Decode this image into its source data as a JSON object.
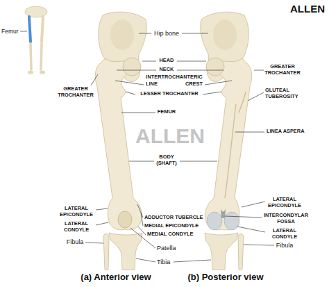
{
  "diagram": {
    "labels": [
      "ALLEN",
      "Femur",
      "GREATER TROCHANTER",
      "Hip bone",
      "HEAD",
      "NECK",
      "INTERTROCHANTERIC",
      "LINE",
      "CREST",
      "LESSER TROCHANTER",
      "GREATER TROCHANTER",
      "GLUTEAL TUBEROSITY",
      "FEMUR",
      "LINEA ASPERA",
      "BODY (SHAFT)",
      "ADDUCTOR TUBERCLE",
      "MEDIAL EPICONDYLE",
      "MEDIAL CONDYLE",
      "Patella",
      "Tibia",
      "LATERAL EPICONDYLE",
      "LATERAL CONDYLE",
      "Fibula",
      "LATERAL EPICONDYLE",
      "INTERCONDYLAR FOSSA",
      "LATERAL CONDYLE",
      "Fibula",
      "(a) Anterior view",
      "(b) Posterior view",
      "ALLEN"
    ]
  }
}
